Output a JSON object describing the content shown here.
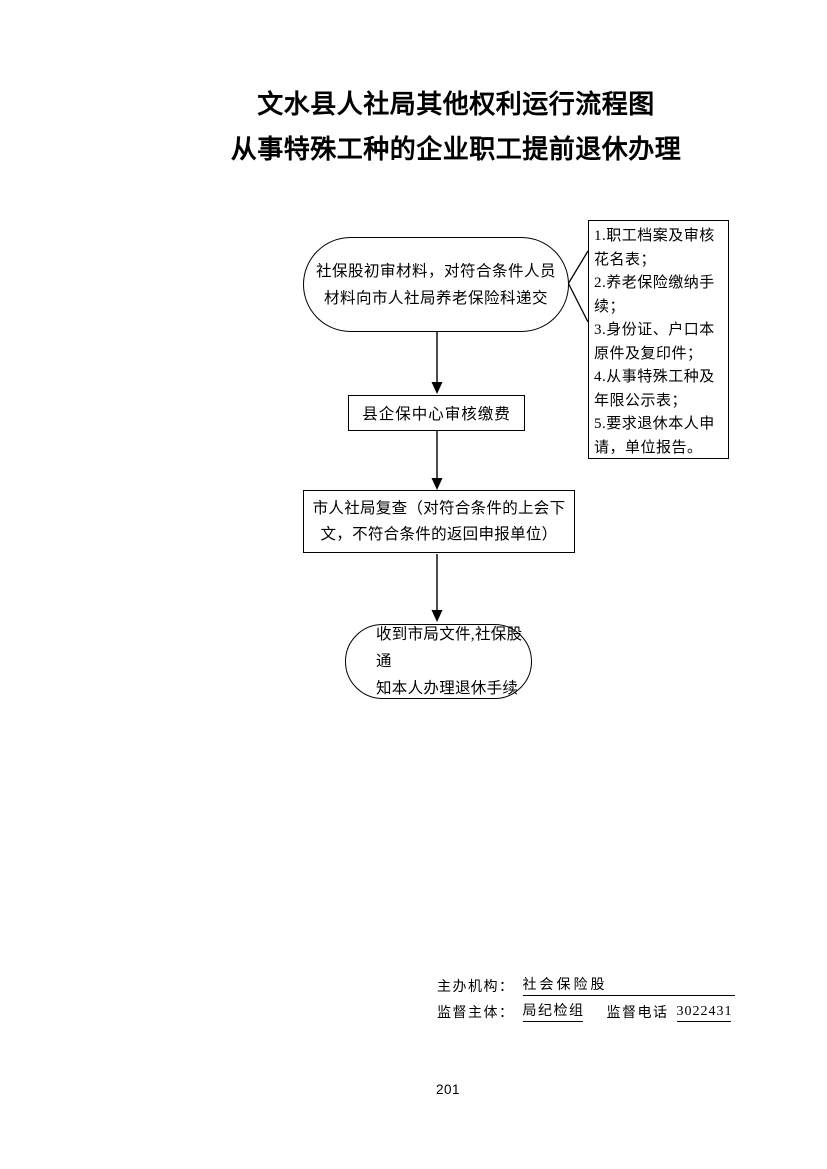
{
  "page": {
    "titles": [
      "文水县人社局其他权利运行流程图",
      "从事特殊工种的企业职工提前退休办理"
    ],
    "page_number": "201"
  },
  "flowchart": {
    "nodes": {
      "start_ellipse": {
        "lines": [
          "社保股初审材料，对符合条件人员",
          "材料向市人社局养老保险科递交"
        ]
      },
      "materials_note": {
        "items": [
          "1.职工档案及审核花名表；",
          "2.养老保险缴纳手续；",
          "3.身份证、户口本原件及复印件；",
          "4.从事特殊工种及年限公示表；",
          "5.要求退休本人申请，单位报告。"
        ]
      },
      "county_review_rect": {
        "label": "县企保中心审核缴费"
      },
      "city_recheck_rect": {
        "lines": [
          "市人社局复查（对符合条件的上会下",
          "文，不符合条件的返回申报单位）"
        ]
      },
      "end_ellipse": {
        "lines": [
          "收到市局文件,社保股通",
          "知本人办理退休手续"
        ]
      }
    }
  },
  "footer": {
    "organizer_label": "主办机构：",
    "organizer_value": "社会保险股",
    "supervisor_label": "监督主体：",
    "supervisor_value": "局纪检组",
    "phone_label": "监督电话",
    "phone_value": "3022431"
  },
  "colors": {
    "ink": "#000000",
    "paper": "#ffffff"
  }
}
